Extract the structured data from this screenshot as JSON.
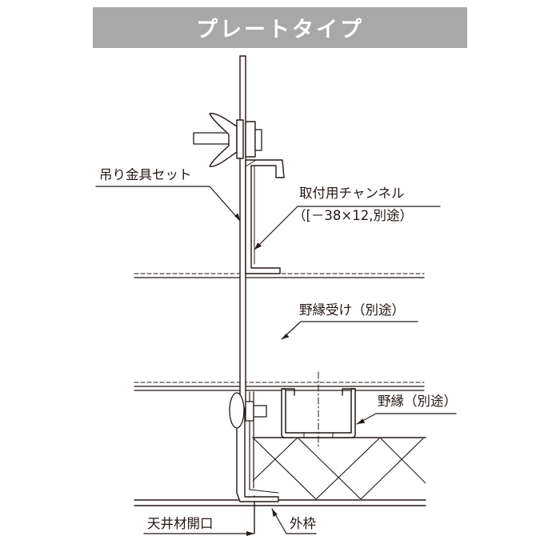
{
  "title": "プレートタイプ",
  "labels": {
    "hanger_set": "吊り金具セット",
    "channel": "取付用チャンネル",
    "channel_spec": "（[－38×12,別途）",
    "nobuchi_uke": "野縁受け（別途）",
    "nobuchi": "野縁（別途）",
    "ceiling_opening": "天井材開口",
    "outer_frame": "外枠"
  },
  "colors": {
    "title_bg": "#a8a8a8",
    "title_text": "#ffffff",
    "line": "#231815",
    "fill": "#ffffff"
  }
}
